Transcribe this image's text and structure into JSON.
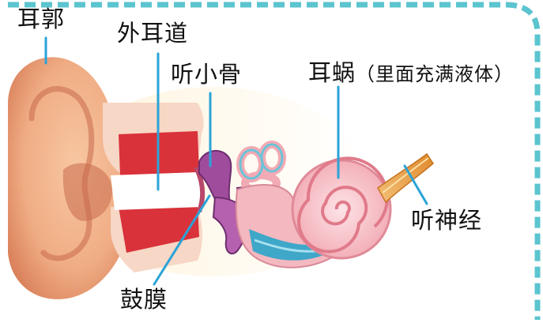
{
  "labels": {
    "auricle": "耳郭",
    "ear_canal": "外耳道",
    "ossicles": "听小骨",
    "cochlea": "耳蜗",
    "cochlea_note": "（里面充满液体）",
    "auditory_nerve": "听神经",
    "eardrum": "鼓膜"
  },
  "colors": {
    "border_dash": "#5bc4cf",
    "leader_line": "#2aa3d8",
    "skin": "#f2b48c",
    "skin_dark": "#d7825a",
    "canal_red": "#d9323a",
    "bone_purple": "#a04c9c",
    "cochlea_pink": "#f4b8c0",
    "fluid_blue": "#3fa7c8",
    "nerve_orange": "#e79a3a"
  }
}
